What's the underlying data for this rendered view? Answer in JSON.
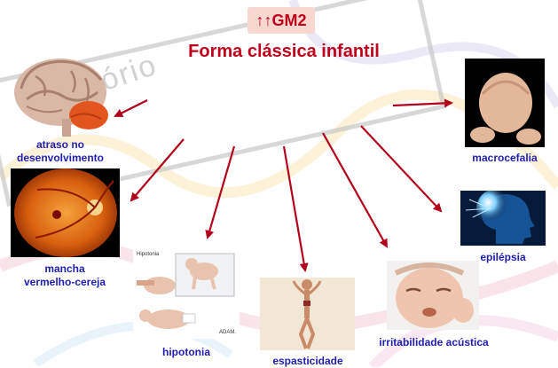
{
  "title": "↑↑GM2",
  "subtitle": "Forma clássica infantil",
  "watermark": "rório",
  "labels": {
    "atraso_line1": "atraso no",
    "atraso_line2": "desenvolvimento",
    "mancha_line1": "mancha",
    "mancha_line2": "vermelho-cereja",
    "hipotonia": "hipotonia",
    "espasticidade": "espasticidade",
    "irritabilidade": "irritabilidade acústica",
    "epilepsia": "epilépsia",
    "macrocefalia": "macrocefalia"
  },
  "image_captions": {
    "hipotonia_header": "Hipotonia",
    "adam": "ADAM."
  },
  "icons": {
    "brain": "brain-icon",
    "retina": "retina-icon",
    "baby_hypotonia": "baby-hypotonia-icon",
    "spastic_figure": "spastic-figure-icon",
    "crying_baby": "crying-baby-icon",
    "epilepsy_head": "epilepsy-head-icon",
    "macrocephaly_head": "macrocephaly-head-icon"
  },
  "colors": {
    "title_red": "#c0001a",
    "label_blue": "#1f1fb0",
    "arrow_red": "#b3001b",
    "badge_bg": "#f7d7cf"
  }
}
